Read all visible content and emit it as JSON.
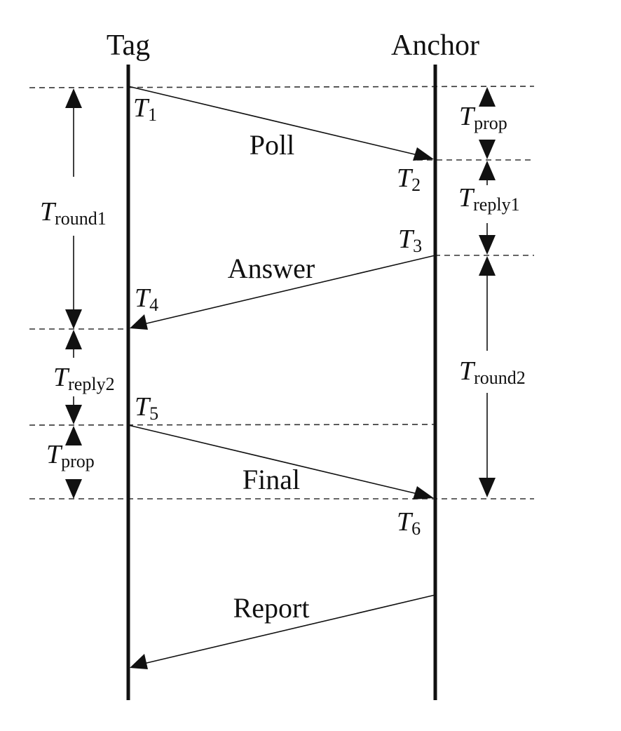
{
  "actors": {
    "tag": "Tag",
    "anchor": "Anchor"
  },
  "messages": {
    "poll": "Poll",
    "answer": "Answer",
    "final": "Final",
    "report": "Report"
  },
  "timestamps": {
    "t1": {
      "main": "T",
      "sub": "1"
    },
    "t2": {
      "main": "T",
      "sub": "2"
    },
    "t3": {
      "main": "T",
      "sub": "3"
    },
    "t4": {
      "main": "T",
      "sub": "4"
    },
    "t5": {
      "main": "T",
      "sub": "5"
    },
    "t6": {
      "main": "T",
      "sub": "6"
    }
  },
  "intervals": {
    "tround1": {
      "main": "T",
      "sub": "round1"
    },
    "treply2": {
      "main": "T",
      "sub": "reply2"
    },
    "tprop_left": {
      "main": "T",
      "sub": "prop"
    },
    "tprop_right": {
      "main": "T",
      "sub": "prop"
    },
    "treply1": {
      "main": "T",
      "sub": "reply1"
    },
    "tround2": {
      "main": "T",
      "sub": "round2"
    }
  }
}
